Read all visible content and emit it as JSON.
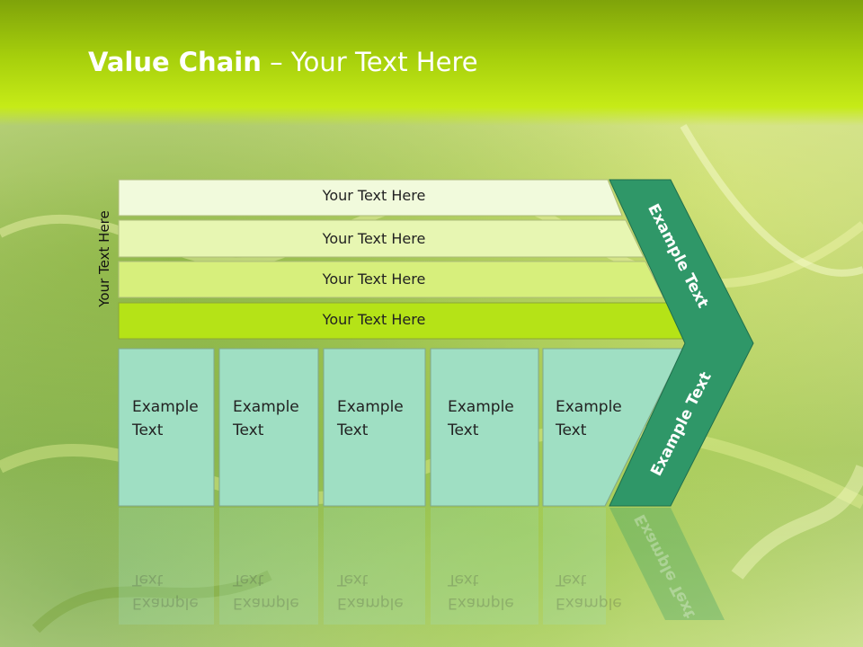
{
  "title": {
    "bold": "Value Chain",
    "rest": " – Your Text Here"
  },
  "side_label": "Your Text Here",
  "bars": [
    {
      "label": "Your Text Here"
    },
    {
      "label": "Your Text Here"
    },
    {
      "label": "Your Text Here"
    },
    {
      "label": "Your Text Here"
    }
  ],
  "boxes": [
    {
      "line1": "Example",
      "line2": "Text"
    },
    {
      "line1": "Example",
      "line2": "Text"
    },
    {
      "line1": "Example",
      "line2": "Text"
    },
    {
      "line1": "Example",
      "line2": "Text"
    },
    {
      "line1": "Example",
      "line2": "Text"
    }
  ],
  "chevron": {
    "upper": "Example Text",
    "lower": "Example Text"
  },
  "colors": {
    "header": "#a6cf0c",
    "bar1": "#f1fadc",
    "bar2": "#e7f6b2",
    "bar3": "#d7ef7c",
    "bar4": "#b5e317",
    "box": "#9fdfc3",
    "chevron": "#2f9768"
  }
}
